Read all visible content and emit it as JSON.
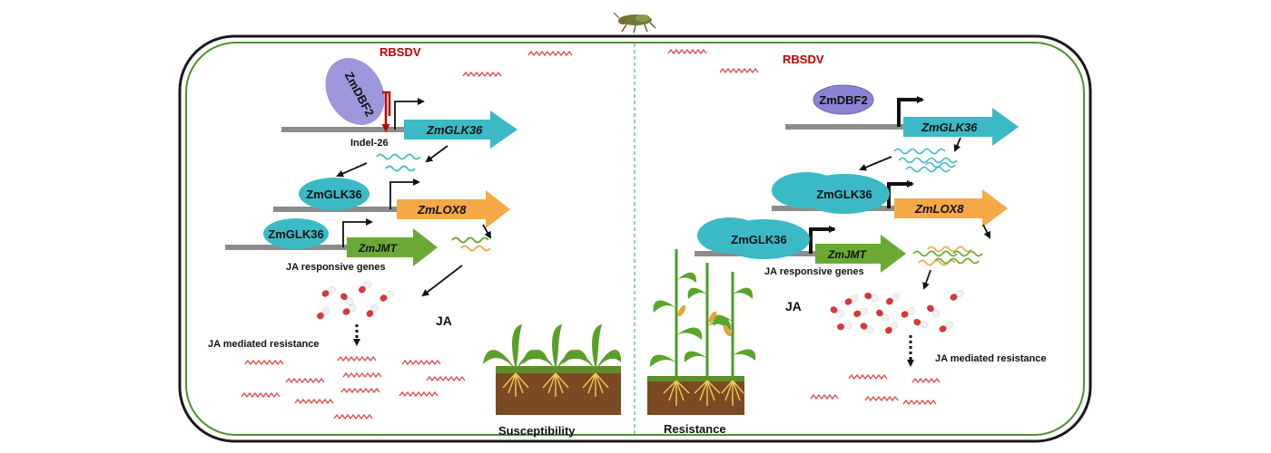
{
  "colors": {
    "cell_wall": "#4f8f34",
    "divider": "#4aa8b8",
    "virus": "#e34b4b",
    "virus_label": "#c00000",
    "dna": "#8c8c8c",
    "glk36_protein": "#3bbac6",
    "dbf2_left": "#9d97dc",
    "dbf2_right": "#8b83d6",
    "glk36_arrow": "#3bbac6",
    "lox8_arrow": "#f5a947",
    "jmt_arrow": "#6aaa34",
    "indel": "#c00000",
    "capsule_red": "#d23a3a",
    "capsule_white": "#f2f2f2"
  },
  "left_panel": {
    "virus_label": "RBSDV",
    "dbf2_protein": "ZmDBF2",
    "indel_label": "Indel-26",
    "glk36_gene": "ZmGLK36",
    "glk36_protein_1": "ZmGLK36",
    "lox8_gene": "ZmLOX8",
    "glk36_protein_2": "ZmGLK36",
    "jmt_gene": "ZmJMT",
    "ja_genes_label": "JA responsive genes",
    "ja_label": "JA",
    "ja_resistance_label": "JA mediated resistance",
    "phenotype": "Susceptibility"
  },
  "right_panel": {
    "virus_label": "RBSDV",
    "dbf2_protein": "ZmDBF2",
    "glk36_gene": "ZmGLK36",
    "glk36_protein_1": "ZmGLK36",
    "lox8_gene": "ZmLOX8",
    "glk36_protein_2": "ZmGLK36",
    "jmt_gene": "ZmJMT",
    "ja_genes_label": "JA responsive genes",
    "ja_label": "JA",
    "ja_resistance_label": "JA mediated resistance",
    "phenotype": "Resistance"
  }
}
